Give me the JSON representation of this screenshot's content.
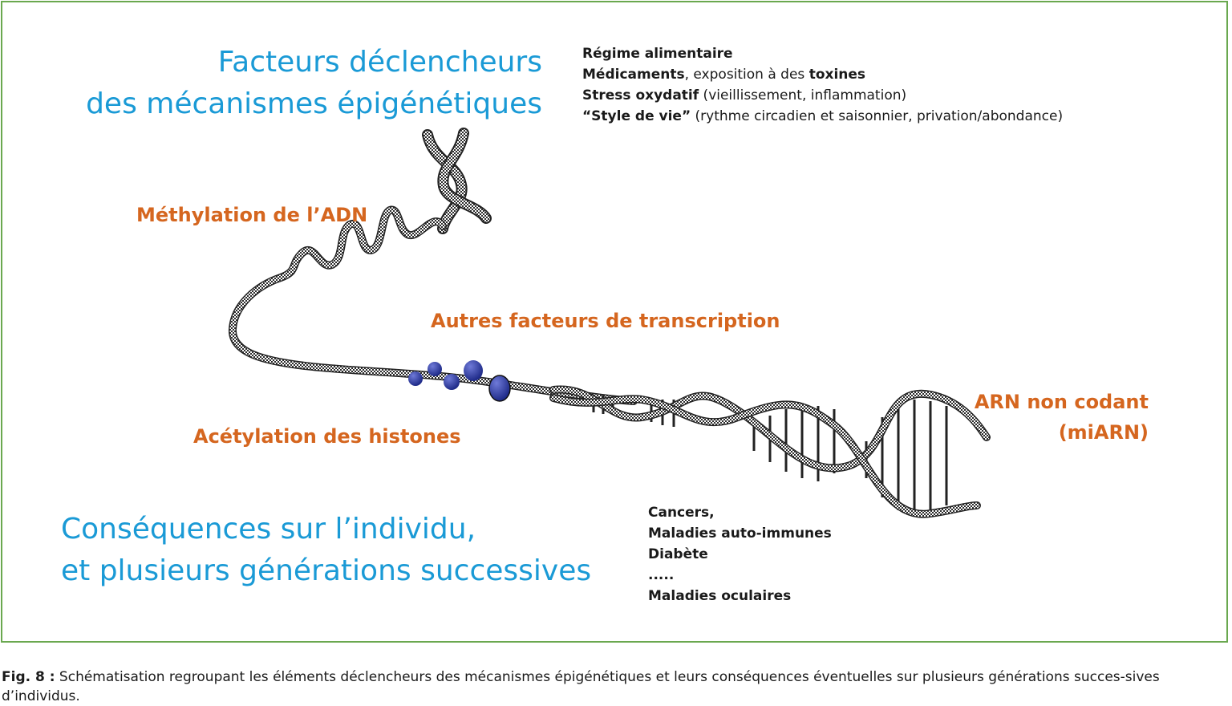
{
  "title_top": [
    "Facteurs déclencheurs",
    "des mécanismes épigénétiques"
  ],
  "factors": [
    {
      "bold": "Régime alimentaire",
      "rest": "",
      "bold2": ""
    },
    {
      "bold": "Médicaments",
      "rest": ", exposition à des ",
      "bold2": "toxines"
    },
    {
      "bold": "Stress oxydatif",
      "rest": " (vieillissement, inflammation)",
      "bold2": ""
    },
    {
      "bold": "“Style de vie”",
      "rest": " (rythme circadien et saisonnier, privation/abondance)",
      "bold2": ""
    }
  ],
  "labels": {
    "methylation": "Méthylation de l’ADN",
    "autres": "Autres facteurs de transcription",
    "acetylation": "Acétylation des histones",
    "arn_line1": "ARN non codant",
    "arn_line2": "(miARN)"
  },
  "title_bottom": [
    "Conséquences sur l’individu,",
    "et plusieurs générations successives"
  ],
  "consequences": [
    "Cancers,",
    "Maladies auto-immunes",
    "Diabète",
    ".....",
    "Maladies oculaires"
  ],
  "caption": {
    "fig": "Fig. 8 :",
    "text": " Schématisation regroupant les éléments déclencheurs des mécanismes épigénétiques et leurs conséquences éventuelles sur plusieurs générations succes-sives d’individus."
  },
  "colors": {
    "title_blue": "#1a9ad6",
    "label_orange": "#d5661f",
    "frame_green": "#6aa84f",
    "histone_blue": "#2c3a9e"
  }
}
